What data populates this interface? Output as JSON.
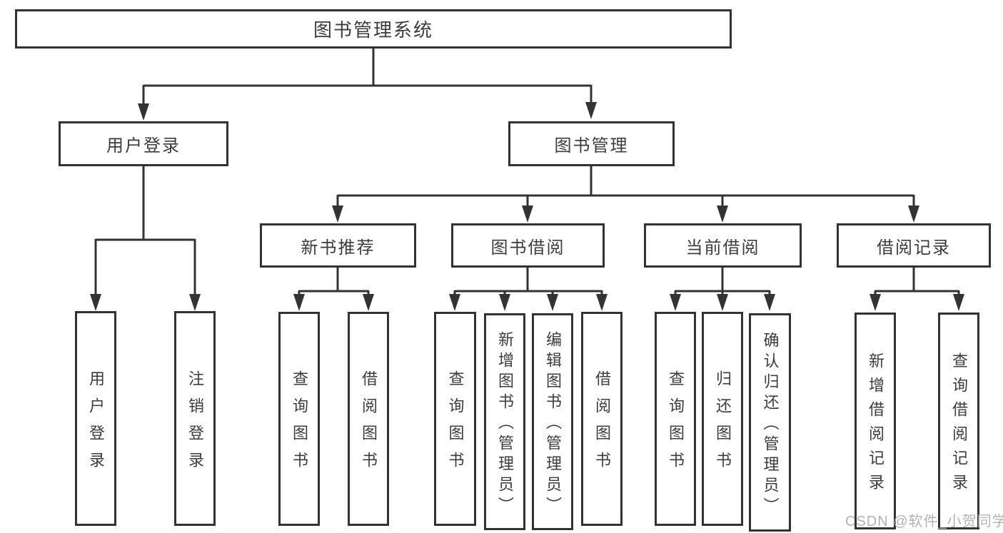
{
  "diagram": {
    "root": "图书管理系统",
    "level2": {
      "user_login": "用户登录",
      "book_management": "图书管理"
    },
    "level3": {
      "new_book_recommendation": "新书推荐",
      "book_borrowing": "图书借阅",
      "current_borrowing": "当前借阅",
      "borrowing_records": "借阅记录"
    },
    "leaves": {
      "user_login": [
        "用户登录",
        "注销登录"
      ],
      "new_book_recommendation": [
        "查询图书",
        "借阅图书"
      ],
      "book_borrowing": [
        "查询图书",
        "新增图书（管理员）",
        "编辑图书（管理员）",
        "借阅图书"
      ],
      "current_borrowing": [
        "查询图书",
        "归还图书",
        "确认归还（管理员）"
      ],
      "borrowing_records": [
        "新增借阅记录",
        "查询借阅记录"
      ]
    },
    "watermark": "CSDN @软件_小贺同学",
    "colors": {
      "line": "#333333",
      "text": "#3c3c3c",
      "watermark": "#b3b3b3",
      "background": "#ffffff"
    }
  }
}
